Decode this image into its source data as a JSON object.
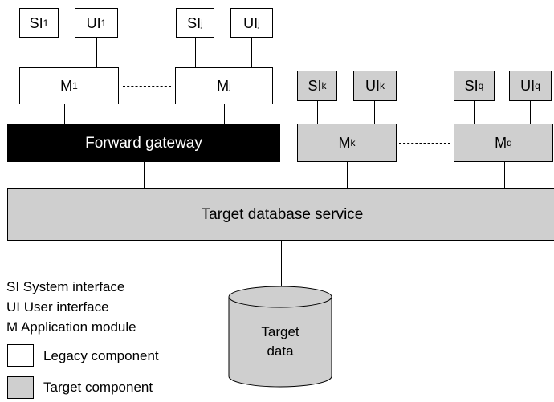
{
  "interfaces": {
    "si_1": {
      "base": "SI",
      "sub": "1"
    },
    "ui_1": {
      "base": "UI",
      "sub": "1"
    },
    "si_j": {
      "base": "SI",
      "sub": "j"
    },
    "ui_j": {
      "base": "UI",
      "sub": "j"
    },
    "si_k": {
      "base": "SI",
      "sub": "k"
    },
    "ui_k": {
      "base": "UI",
      "sub": "k"
    },
    "si_q": {
      "base": "SI",
      "sub": "q"
    },
    "ui_q": {
      "base": "UI",
      "sub": "q"
    }
  },
  "modules": {
    "m_1": {
      "base": "M",
      "sub": "1"
    },
    "m_j": {
      "base": "M",
      "sub": "j"
    },
    "m_k": {
      "base": "M",
      "sub": "k"
    },
    "m_q": {
      "base": "M",
      "sub": "q"
    }
  },
  "gateway": {
    "label": "Forward gateway"
  },
  "database_service": {
    "label": "Target database service"
  },
  "target_data": {
    "line1": "Target",
    "line2": "data"
  },
  "legend": {
    "si": "SI System interface",
    "ui": "UI User interface",
    "m": "M Application module",
    "legacy": "Legacy component",
    "target": "Target component"
  },
  "colors": {
    "legacy_fill": "#ffffff",
    "target_fill": "#cfcfcf",
    "gateway_fill": "#000000",
    "stroke": "#000000"
  }
}
